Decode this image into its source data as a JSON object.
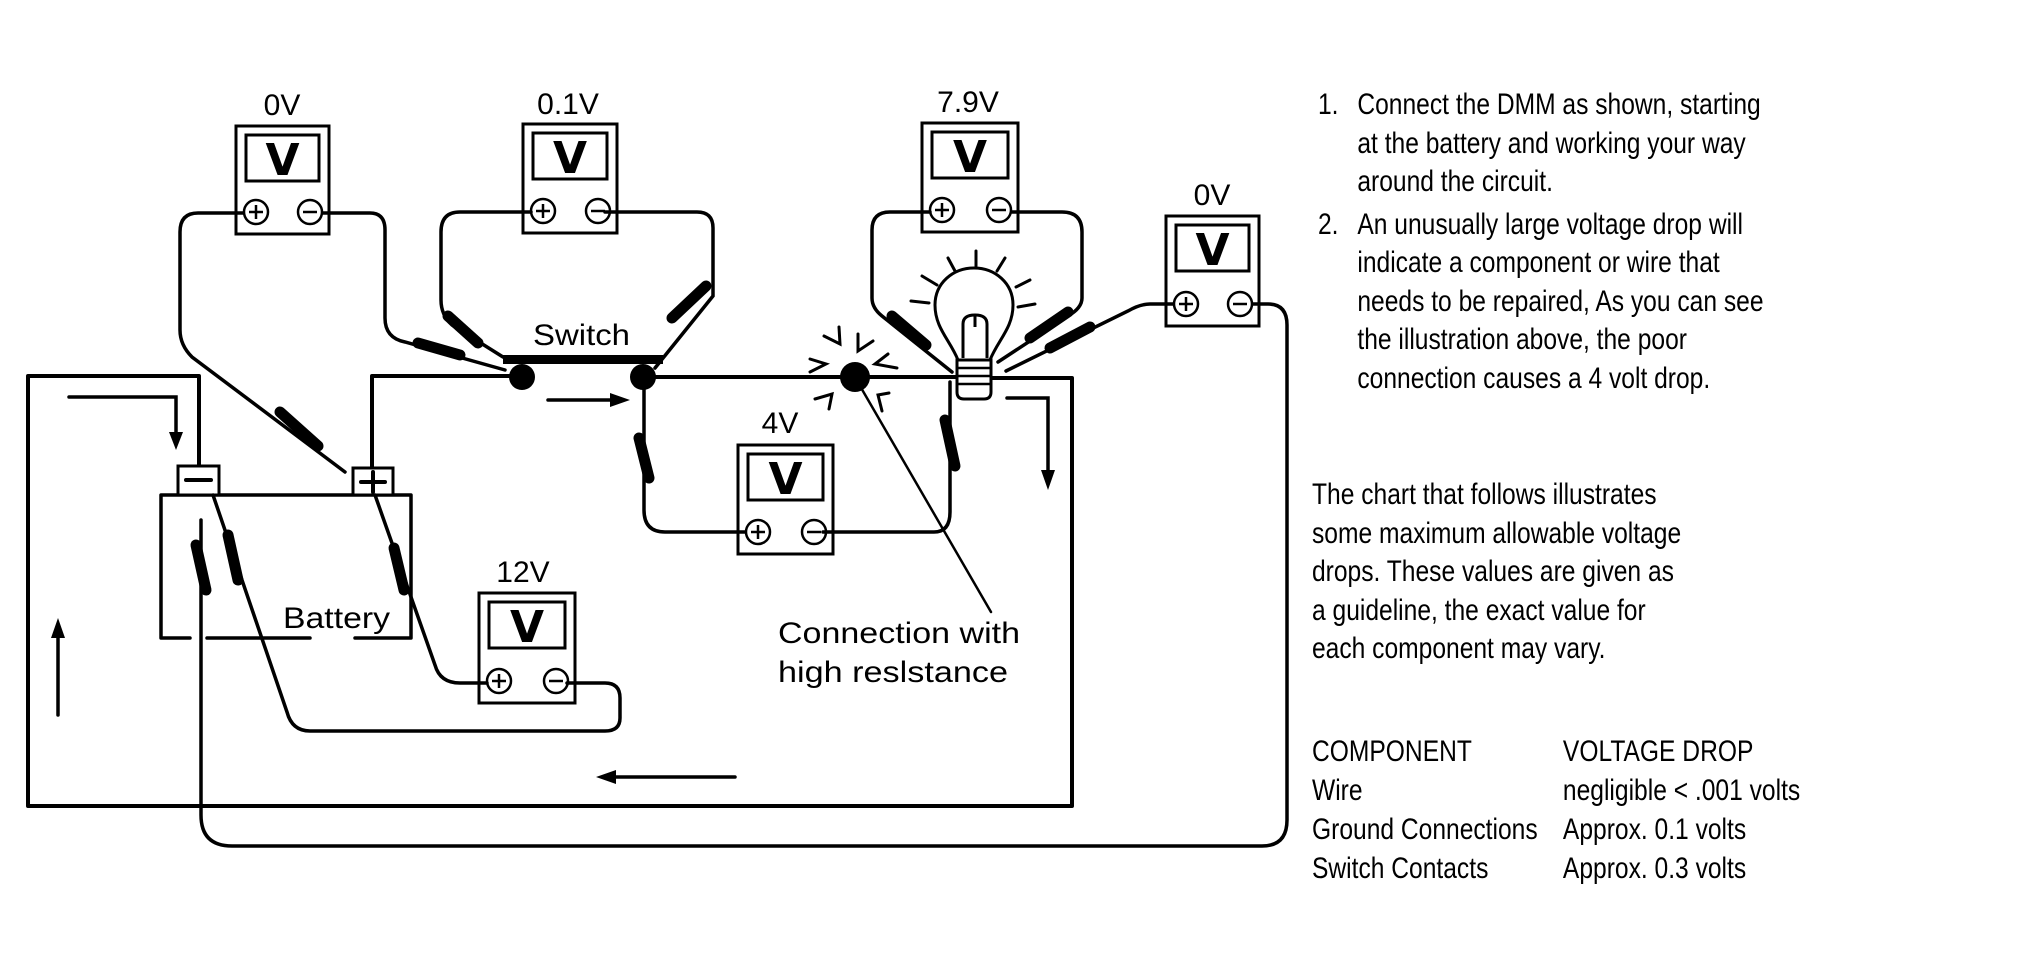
{
  "diagram": {
    "meters": [
      {
        "id": "battery-terminals-meter",
        "reading": "0V",
        "display_glyph": "V"
      },
      {
        "id": "switch-meter",
        "reading": "0.1V",
        "display_glyph": "V"
      },
      {
        "id": "lamp-meter",
        "reading": "7.9V",
        "display_glyph": "V"
      },
      {
        "id": "ground-meter",
        "reading": "0V",
        "display_glyph": "V"
      },
      {
        "id": "connection-meter",
        "reading": "4V",
        "display_glyph": "V"
      },
      {
        "id": "battery-meter",
        "reading": "12V",
        "display_glyph": "V"
      }
    ],
    "labels": {
      "switch": "Switch",
      "battery": "Battery",
      "callout_line1": "Connection with",
      "callout_line2": "high reslstance"
    },
    "terminal_symbols": {
      "plus": "+",
      "minus": "−"
    },
    "icons": [
      "voltmeter-icon",
      "light-bulb-icon",
      "battery-icon",
      "switch-icon",
      "current-arrow-icon",
      "poor-connection-icon"
    ]
  },
  "instructions": {
    "steps": [
      {
        "num": "1.",
        "lines": [
          "Connect the DMM as shown, starting",
          "at the battery and working your way",
          "around the circuit."
        ]
      },
      {
        "num": "2.",
        "lines": [
          "An unusually large voltage drop will",
          "indicate a component or wire that",
          "needs to be repaired, As you can see",
          "the illustration above, the poor",
          "connection causes a 4 volt drop."
        ]
      }
    ],
    "paragraph": [
      "The chart that follows illustrates",
      "some maximum allowable voltage",
      "drops. These values are given as",
      "a guideline, the exact value for",
      "each component may vary."
    ]
  },
  "table": {
    "headers": [
      "COMPONENT",
      "VOLTAGE DROP"
    ],
    "rows": [
      [
        "Wire",
        "negligible < .001 volts"
      ],
      [
        "Ground Connections",
        "Approx. 0.1 volts"
      ],
      [
        "Switch Contacts",
        "Approx. 0.3 volts"
      ]
    ]
  }
}
